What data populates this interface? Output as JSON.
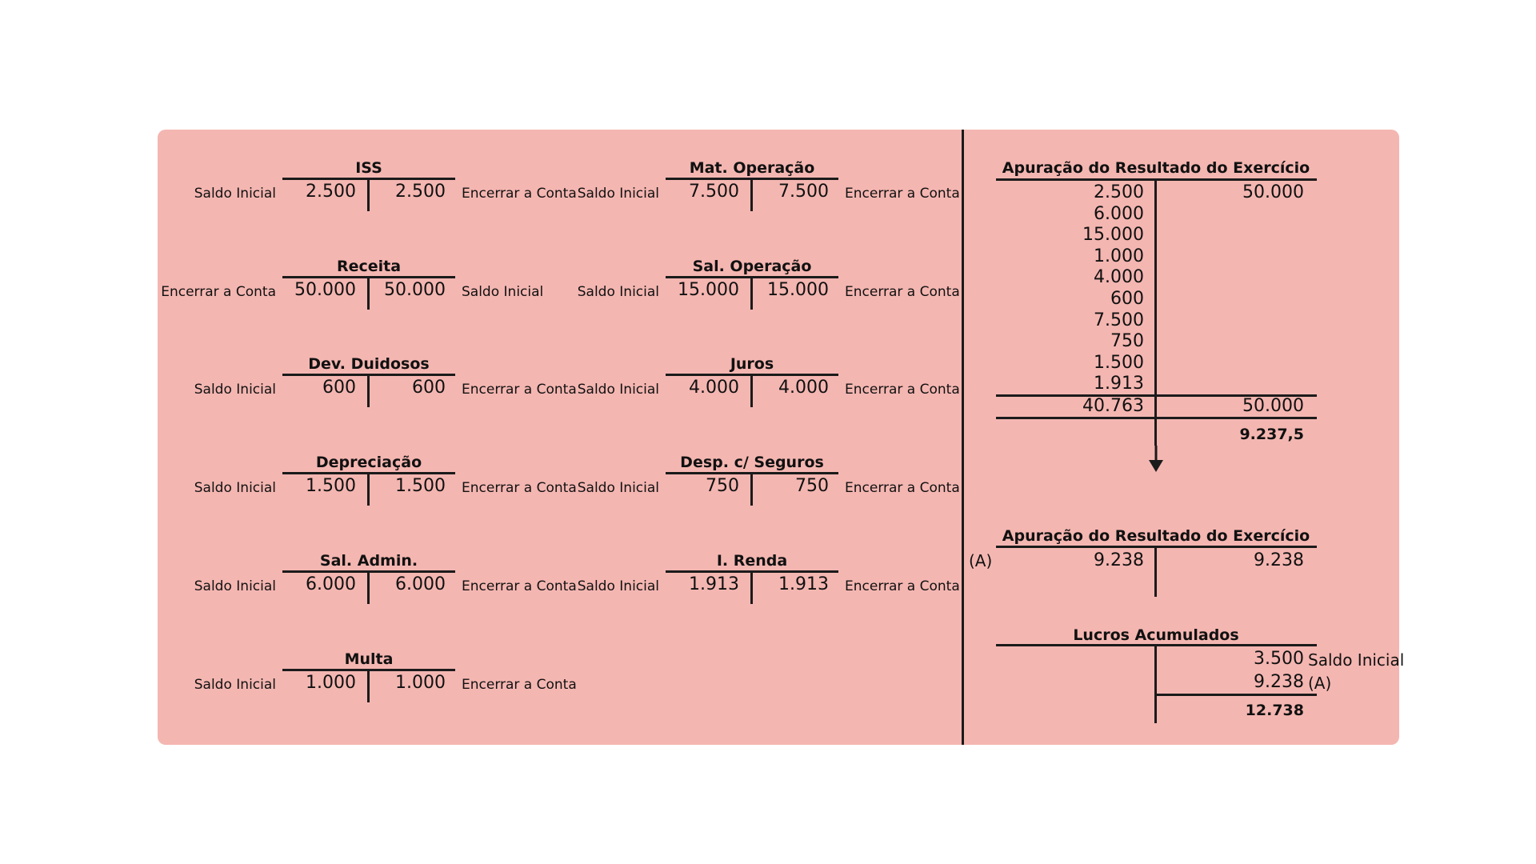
{
  "labels": {
    "saldo_inicial": "Saldo Inicial",
    "encerrar": "Encerrar a Conta"
  },
  "accounts": [
    {
      "name": "ISS",
      "debit": "2.500",
      "credit": "2.500",
      "left_label": "Saldo Inicial",
      "right_label": "Encerrar a Conta"
    },
    {
      "name": "Receita",
      "debit": "50.000",
      "credit": "50.000",
      "left_label": "Encerrar a Conta",
      "right_label": "Saldo Inicial"
    },
    {
      "name": "Dev. Duidosos",
      "debit": "600",
      "credit": "600",
      "left_label": "Saldo Inicial",
      "right_label": "Encerrar a Conta"
    },
    {
      "name": "Depreciação",
      "debit": "1.500",
      "credit": "1.500",
      "left_label": "Saldo Inicial",
      "right_label": "Encerrar a Conta"
    },
    {
      "name": "Sal. Admin.",
      "debit": "6.000",
      "credit": "6.000",
      "left_label": "Saldo Inicial",
      "right_label": "Encerrar a Conta"
    },
    {
      "name": "Multa",
      "debit": "1.000",
      "credit": "1.000",
      "left_label": "Saldo Inicial",
      "right_label": "Encerrar a Conta"
    },
    {
      "name": "Mat. Operação",
      "debit": "7.500",
      "credit": "7.500",
      "left_label": "Saldo Inicial",
      "right_label": "Encerrar a Conta"
    },
    {
      "name": "Sal. Operação",
      "debit": "15.000",
      "credit": "15.000",
      "left_label": "Saldo Inicial",
      "right_label": "Encerrar a Conta"
    },
    {
      "name": "Juros",
      "debit": "4.000",
      "credit": "4.000",
      "left_label": "Saldo Inicial",
      "right_label": "Encerrar a Conta"
    },
    {
      "name": "Desp. c/ Seguros",
      "debit": "750",
      "credit": "750",
      "left_label": "Saldo Inicial",
      "right_label": "Encerrar a Conta"
    },
    {
      "name": "I. Renda",
      "debit": "1.913",
      "credit": "1.913",
      "left_label": "Saldo Inicial",
      "right_label": "Encerrar a Conta"
    }
  ],
  "are": {
    "title": "Apuração do Resultado do Exercício",
    "debits": [
      "2.500",
      "6.000",
      "15.000",
      "1.000",
      "4.000",
      "600",
      "7.500",
      "750",
      "1.500",
      "1.913"
    ],
    "credits": [
      "50.000"
    ],
    "total_debit": "40.763",
    "total_credit": "50.000",
    "result": "9.237,5"
  },
  "are2": {
    "title": "Apuração do Resultado do Exercício",
    "marker": "(A)",
    "debit": "9.238",
    "credit": "9.238"
  },
  "lucros": {
    "title": "Lucros Acumulados",
    "credits": [
      {
        "value": "3.500",
        "label": "Saldo Inicial"
      },
      {
        "value": "9.238",
        "label": "(A)"
      }
    ],
    "total": "12.738"
  }
}
